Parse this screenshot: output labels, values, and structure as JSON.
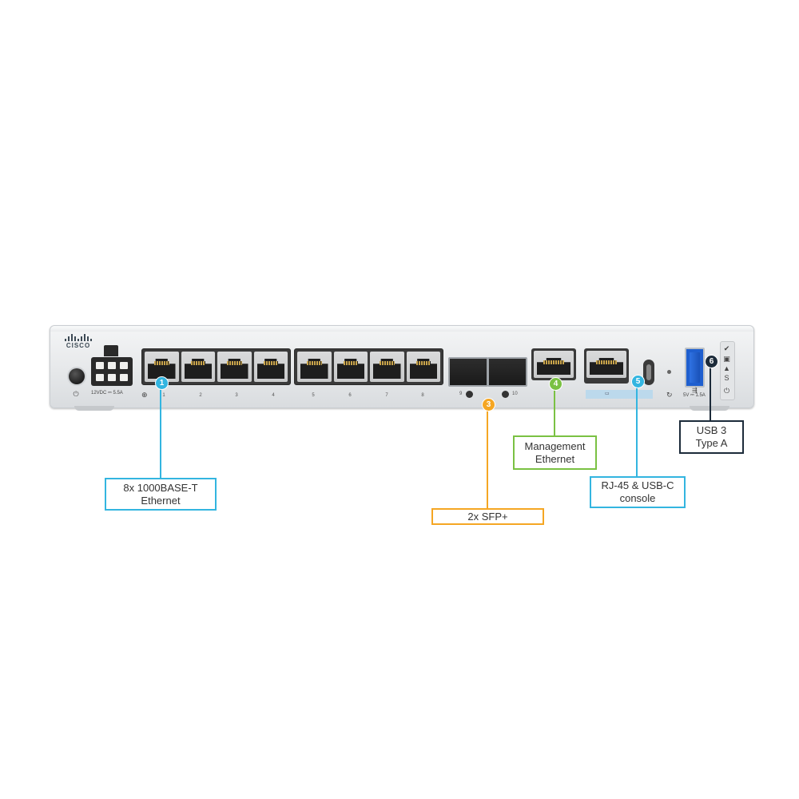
{
  "device": {
    "brand": "CISCO",
    "power_rating": "12VDC ⎓ 5.5A",
    "usb_rating": "5V ⎓ 1.5A",
    "rj45_port_numbers": [
      "1",
      "2",
      "3",
      "4",
      "5",
      "6",
      "7",
      "8"
    ],
    "sfp_port_numbers": [
      "9",
      "10"
    ],
    "icons": {
      "power": "power-icon",
      "bluetooth_style": "globe-icon",
      "console_label": "console-icon",
      "reset": "reset-icon",
      "usb": "usb-icon",
      "status_leds": [
        "check-icon",
        "network-icon",
        "alert-icon",
        "s-icon",
        "power-icon"
      ]
    },
    "colors": {
      "chassis": "#e6e8ea",
      "port_dark": "#3a3a3a",
      "usb_blue": "#1f5fcf",
      "console_strip": "#bcd9ec"
    }
  },
  "callouts": [
    {
      "id": "ethernet",
      "number": "1",
      "text_lines": [
        "8x 1000BASE-T",
        "Ethernet"
      ],
      "color": "#33b5e0"
    },
    {
      "id": "sfp",
      "number": "3",
      "text_lines": [
        "2x SFP+"
      ],
      "color": "#f5a623"
    },
    {
      "id": "mgmt",
      "number": "4",
      "text_lines": [
        "Management",
        "Ethernet"
      ],
      "color": "#7ac143"
    },
    {
      "id": "console",
      "number": "5",
      "text_lines": [
        "RJ-45 & USB-C",
        "console"
      ],
      "color": "#33b5e0"
    },
    {
      "id": "usb",
      "number": "6",
      "text_lines": [
        "USB 3",
        "Type A"
      ],
      "color": "#1c2b3a"
    }
  ]
}
